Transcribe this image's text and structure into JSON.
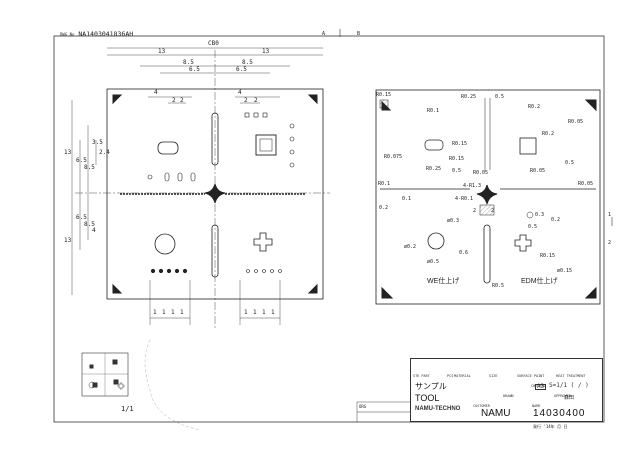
{
  "sheet": {
    "drawing_number_label": "DWG No",
    "drawing_number": "NA1403041836AH",
    "zone_a": "A",
    "zone_b": "B",
    "zone_1": "1",
    "zone_2": "2",
    "page_label": "1/1"
  },
  "left_view": {
    "overall_dims": [
      "CB0",
      "13",
      "13",
      "8.5",
      "8.5",
      "6.5",
      "6.5",
      "4",
      "4",
      "2",
      "2",
      "2",
      "2"
    ],
    "left_dims": [
      "13",
      "6.5",
      "8.5",
      "3.5",
      "2.4",
      "13",
      "6.5",
      "8.5",
      "4"
    ],
    "bottom_dims": [
      "1",
      "1",
      "1",
      "1",
      "1",
      "1",
      "1",
      "1"
    ]
  },
  "right_view": {
    "labels": [
      "R0.15",
      "R0.25",
      "0.5",
      "R0.1",
      "R0.2",
      "R0.05",
      "R0.2",
      "R0.15",
      "R0.075",
      "R0.15",
      "R0.25",
      "0.5",
      "R0.05",
      "R0.05",
      "0.5",
      "R0.1",
      "R0.05",
      "4-R1.3",
      "4-R0.1",
      "0.2",
      "0.1",
      "2",
      "2",
      "0.2",
      "0.3",
      "0.5",
      "ø0.3",
      "ø0.2",
      "0.6",
      "ø0.5",
      "R0.15",
      "R0.5",
      "ø0.15"
    ],
    "we_label": "WE仕上げ",
    "edm_label": "EDM仕上げ"
  },
  "title_block": {
    "col_headers": [
      "STK PART",
      "PCS",
      "MATERIAL",
      "SIZE",
      "SURFACE PAINT",
      "HEAT TREATMENT"
    ],
    "part_name": "サンプル",
    "size_code": "A3",
    "scale_text": "S=1/1 ( / )",
    "material": "TOOL",
    "drawn_label": "DRAWN",
    "checked_label": "CHECKED",
    "approved_label": "APPROVED",
    "seal_text": "森田",
    "company": "NAMU-TECHNO",
    "customer_label": "CUSTOMER",
    "customer": "NAMU",
    "name_label": "NAME",
    "drawing_no": "14030400",
    "date_text": "発行 '14年 月 日",
    "org_label": "ORG"
  },
  "colors": {
    "line": "#222222",
    "hatch": "#444444",
    "paper": "#ffffff"
  }
}
